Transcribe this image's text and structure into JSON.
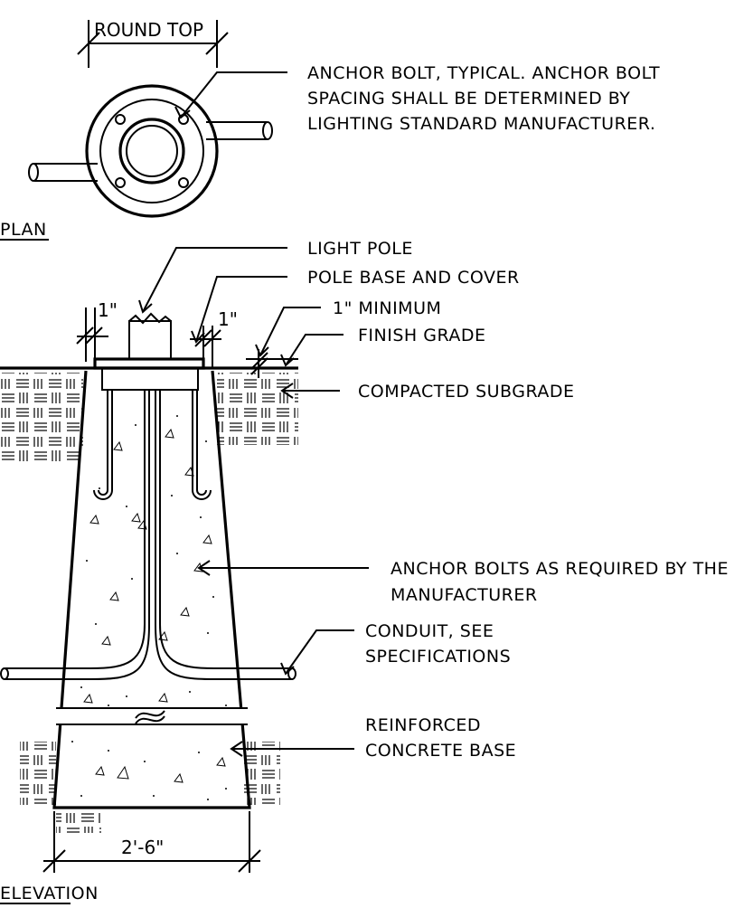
{
  "plan": {
    "dimension": "ROUND TOP",
    "title": "PLAN"
  },
  "elevation": {
    "title": "ELEVATION",
    "dim_left_gap": "1\"",
    "dim_right_gap": "1\"",
    "dim_base_width": "2'-6\""
  },
  "callouts": {
    "anchor_bolt_typical": [
      "ANCHOR BOLT, TYPICAL. ANCHOR BOLT",
      "SPACING SHALL BE DETERMINED BY",
      "LIGHTING STANDARD MANUFACTURER."
    ],
    "light_pole": "LIGHT POLE",
    "pole_base_cover": "POLE BASE AND COVER",
    "min_clearance": "1\" MINIMUM",
    "finish_grade": "FINISH GRADE",
    "compacted_subgrade": "COMPACTED SUBGRADE",
    "anchor_bolts_required": [
      "ANCHOR BOLTS AS REQUIRED BY THE",
      "MANUFACTURER"
    ],
    "conduit": [
      "CONDUIT, SEE",
      "SPECIFICATIONS"
    ],
    "reinforced_base": [
      "REINFORCED",
      "CONCRETE BASE"
    ]
  }
}
